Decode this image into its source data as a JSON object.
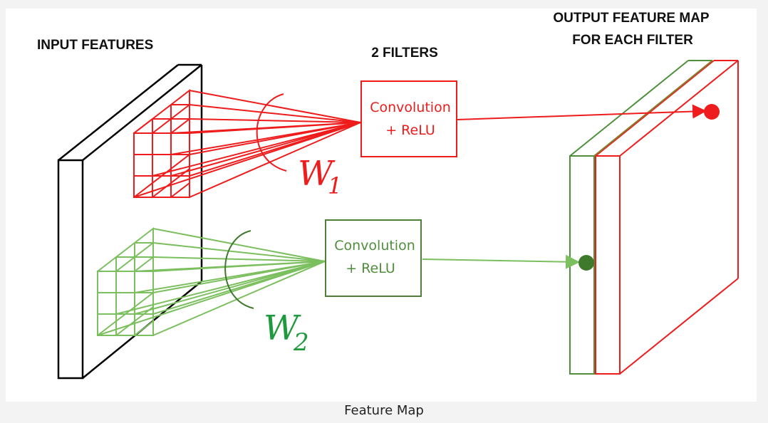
{
  "labels": {
    "input_features": "INPUT FEATURES",
    "filters": "2 FILTERS",
    "output_line1": "OUTPUT FEATURE MAP",
    "output_line2": "FOR EACH FILTER"
  },
  "filters": [
    {
      "box_line1": "Convolution",
      "box_line2": "+ ReLU",
      "weight_letter": "W",
      "weight_subscript": "1",
      "color": "#ee1c1c"
    },
    {
      "box_line1": "Convolution",
      "box_line2": "+ ReLU",
      "weight_letter": "W",
      "weight_subscript": "2",
      "color": "#5a8f3c",
      "weight_color": "#1e9a3c"
    }
  ],
  "caption": "Feature Map"
}
